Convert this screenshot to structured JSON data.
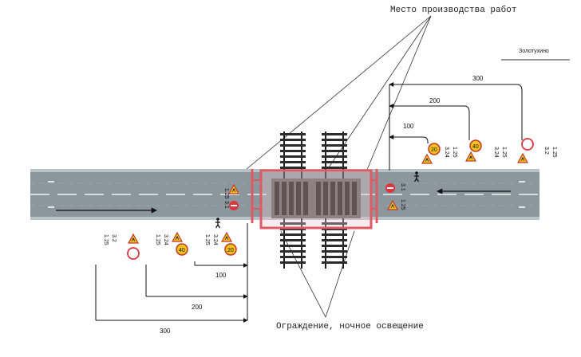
{
  "labels": {
    "work_site": "Место производства работ",
    "fencing": "Ограждение, ночное освещение",
    "town": "Золотухино"
  },
  "distances": {
    "d100": "100",
    "d200": "200",
    "d300": "300"
  },
  "sign_codes": {
    "s_1_25": "1.25",
    "s_3_1": "3.1",
    "s_3_2": "3.2",
    "s_3_24": "3.24"
  },
  "speed_limits": {
    "v20": "20",
    "v40": "40"
  },
  "colors": {
    "road": "#8c969d",
    "marking": "#ffffff",
    "barrier": "#e05a64",
    "sign_warning": "#f4c21b",
    "sign_prohibit": "#d9363e"
  },
  "icons": {
    "track": "railway-track-icon",
    "worker": "road-worker-icon",
    "warning_sign": "road-works-warning-sign-icon",
    "no_entry": "no-entry-sign-icon",
    "speed_sign": "speed-limit-sign-icon",
    "no_traffic": "no-vehicles-sign-icon"
  }
}
